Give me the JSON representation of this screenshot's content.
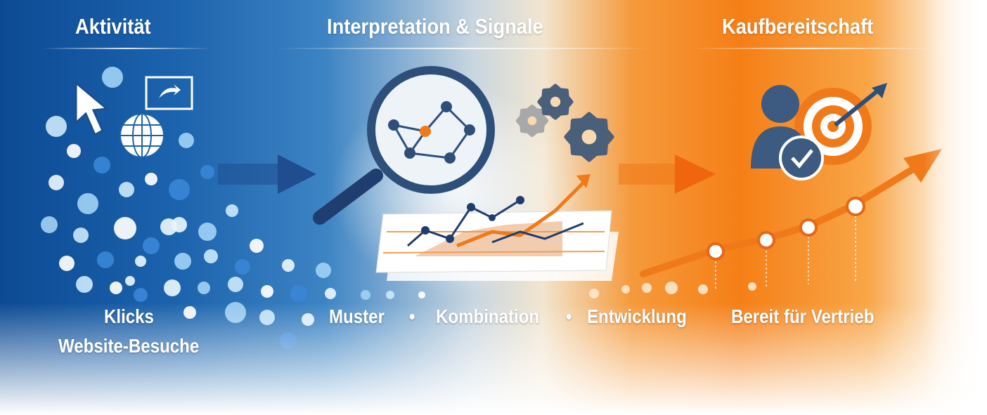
{
  "sections": [
    {
      "title": "Aktivität",
      "labels": [
        "Klicks",
        "Website-Besuche"
      ]
    },
    {
      "title": "Interpretation & Signale",
      "labels": [
        "Muster",
        "Kombination",
        "Entwicklung"
      ],
      "separator": "•"
    },
    {
      "title": "Kaufbereitschaft",
      "labels": [
        "Bereit für Vertrieb"
      ]
    }
  ],
  "colors": {
    "blue": "#1c63ad",
    "orange": "#f57f16",
    "navy": "#1f3d6e",
    "slate": "#3d5878"
  },
  "icons": [
    "cursor-icon",
    "globe-icon",
    "screen-icon",
    "magnifier-network-icon",
    "gears-icon",
    "chart-papers-icon",
    "person-check-icon",
    "target-arrow-icon",
    "growth-arrow-icon"
  ]
}
